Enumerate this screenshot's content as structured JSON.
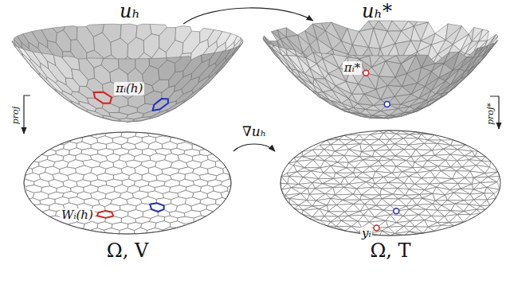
{
  "diagram": {
    "nodes": [
      {
        "text": [
          "uₕ",
          "πᵢ(h)"
        ]
      },
      {
        "text": [
          "uₕ*",
          "πᵢ*"
        ]
      },
      {
        "text": [
          "Wᵢ(h)",
          "Ω, V"
        ]
      },
      {
        "text": [
          "yᵢ",
          "Ω, T"
        ]
      }
    ],
    "edges": [
      {
        "from": 0,
        "to": 1,
        "arrow": "to"
      },
      {
        "from": 0,
        "to": 2,
        "label": "proj",
        "arrow": "to"
      },
      {
        "from": 2,
        "to": 3,
        "label": "∇uₕ",
        "arrow": "to"
      },
      {
        "from": 1,
        "to": 3,
        "label": "proj*",
        "arrow": "to"
      }
    ]
  }
}
